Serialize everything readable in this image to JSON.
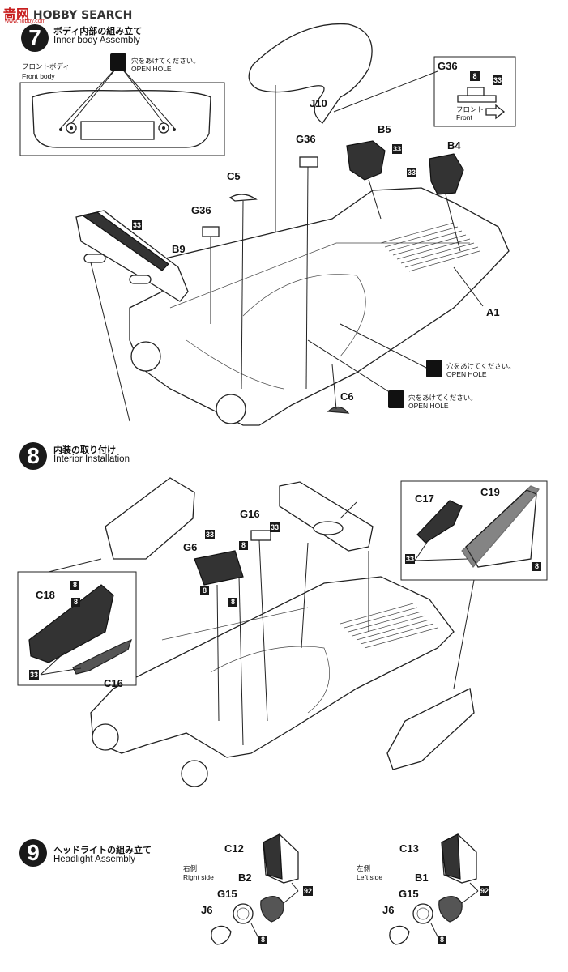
{
  "watermark": {
    "logo_text": "HOBBY SEARCH",
    "chinese": "啬网",
    "url": "www.hobby.com"
  },
  "step7": {
    "number": "7",
    "title_jp": "ボディ内部の組み立て",
    "title_en": "Inner body Assembly",
    "front_body_jp": "フロントボディ",
    "front_body_en": "Front body",
    "open_hole_jp": "穴をあけてください。",
    "open_hole_en": "OPEN HOLE",
    "inset_part": "G36",
    "inset_front_jp": "フロント",
    "inset_front_en": "Front",
    "callouts": [
      "J10",
      "G36",
      "B5",
      "B4",
      "C5",
      "G36",
      "B9",
      "A1",
      "C6"
    ],
    "badges": {
      "b33": "33",
      "b8": "8"
    }
  },
  "step8": {
    "number": "8",
    "title_jp": "内装の取り付け",
    "title_en": "Interior Installation",
    "callouts": [
      "G16",
      "G6",
      "C18",
      "C16",
      "C17",
      "C19"
    ]
  },
  "step9": {
    "number": "9",
    "title_jp": "ヘッドライトの組み立て",
    "title_en": "Headlight Assembly",
    "right_jp": "右側",
    "right_en": "Right side",
    "left_jp": "左側",
    "left_en": "Left side",
    "right_parts": [
      "C12",
      "B2",
      "G15",
      "J6"
    ],
    "left_parts": [
      "C13",
      "B1",
      "G15",
      "J6"
    ],
    "badge92": "92"
  }
}
